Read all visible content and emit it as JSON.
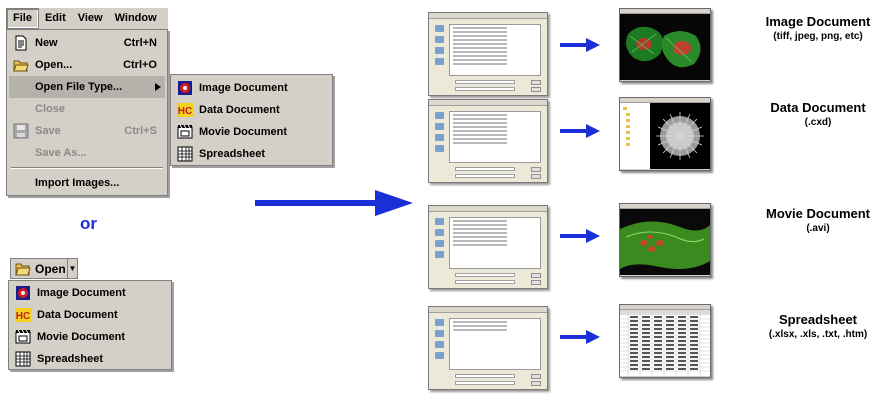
{
  "menubar": [
    "File",
    "Edit",
    "View",
    "Window"
  ],
  "file_menu": {
    "new": {
      "label": "New",
      "shortcut": "Ctrl+N"
    },
    "open": {
      "label": "Open...",
      "shortcut": "Ctrl+O"
    },
    "open_file_type": {
      "label": "Open File Type..."
    },
    "close": {
      "label": "Close"
    },
    "save": {
      "label": "Save",
      "shortcut": "Ctrl+S"
    },
    "save_as": {
      "label": "Save As..."
    },
    "import_images": {
      "label": "Import Images..."
    }
  },
  "doc_types": [
    "Image Document",
    "Data Document",
    "Movie Document",
    "Spreadsheet"
  ],
  "or_text": "or",
  "open_button": {
    "label": "Open"
  },
  "results": [
    {
      "title": "Image Document",
      "formats": "(tiff, jpeg, png, etc)"
    },
    {
      "title": "Data Document",
      "formats": "(.cxd)"
    },
    {
      "title": "Movie Document",
      "formats": "(.avi)"
    },
    {
      "title": "Spreadsheet",
      "formats": "(.xlsx, .xls, .txt, .htm)"
    }
  ],
  "colors": {
    "arrow": "#1a2fd8",
    "menu_bg": "#d4d0c8",
    "highlight": "#b4b2aa"
  },
  "icons": {
    "new": "document-icon",
    "open": "folder-open-icon",
    "save": "floppy-disk-icon",
    "image": "image-document-icon",
    "data": "data-document-icon",
    "movie": "movie-document-icon",
    "spreadsheet": "spreadsheet-icon"
  }
}
